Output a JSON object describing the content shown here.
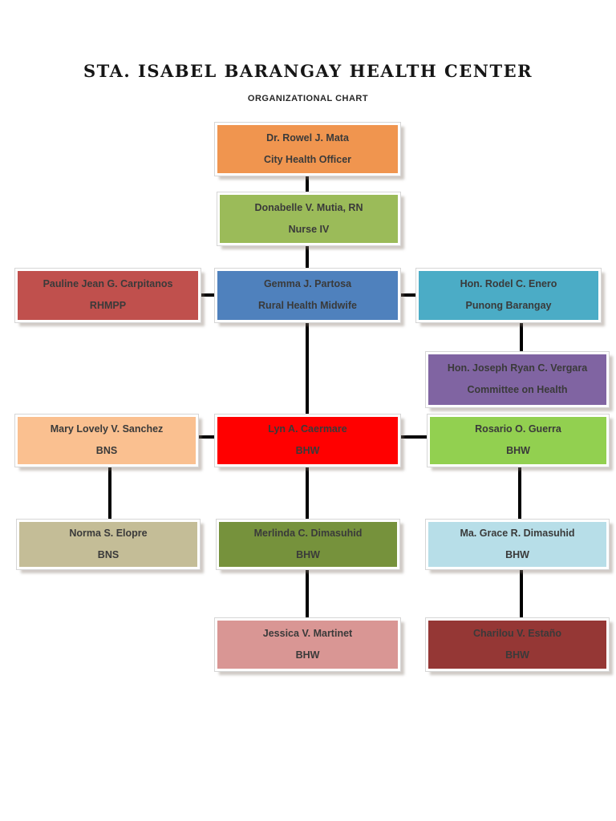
{
  "page": {
    "title": "STA. ISABEL BARANGAY HEALTH CENTER",
    "subtitle": "ORGANIZATIONAL CHART"
  },
  "nodes": {
    "city_health_officer": {
      "name": "Dr. Rowel J. Mata",
      "role": "City Health Officer",
      "color": "#F0954F"
    },
    "nurse_iv": {
      "name": "Donabelle V. Mutia, RN",
      "role": "Nurse IV",
      "color": "#9BBB59"
    },
    "rhmpp": {
      "name": "Pauline Jean G. Carpitanos",
      "role": "RHMPP",
      "color": "#C0504D"
    },
    "rural_health_midwife": {
      "name": "Gemma J. Partosa",
      "role": "Rural Health Midwife",
      "color": "#4F81BD"
    },
    "punong_barangay": {
      "name": "Hon. Rodel C. Enero",
      "role": "Punong Barangay",
      "color": "#4BACC6"
    },
    "committee_on_health": {
      "name": "Hon. Joseph Ryan C. Vergara",
      "role": "Committee on Health",
      "color": "#8064A2"
    },
    "bns_sanchez": {
      "name": "Mary Lovely V. Sanchez",
      "role": "BNS",
      "color": "#FAC090"
    },
    "bhw_caermare": {
      "name": "Lyn A. Caermare",
      "role": "BHW",
      "color": "#FF0000"
    },
    "bhw_guerra": {
      "name": "Rosario O. Guerra",
      "role": "BHW",
      "color": "#92D050"
    },
    "bns_elopre": {
      "name": "Norma S. Elopre",
      "role": "BNS",
      "color": "#C4BD97"
    },
    "bhw_merlinda_dimasuhid": {
      "name": "Merlinda C. Dimasuhid",
      "role": "BHW",
      "color": "#76923C"
    },
    "bhw_grace_dimasuhid": {
      "name": "Ma. Grace R. Dimasuhid",
      "role": "BHW",
      "color": "#B7DEE8"
    },
    "bhw_martinet": {
      "name": "Jessica V. Martinet",
      "role": "BHW",
      "color": "#D99694"
    },
    "bhw_estano": {
      "name": "Charilou V. Estaño",
      "role": "BHW",
      "color": "#953735"
    }
  },
  "edges": [
    {
      "from": "city_health_officer",
      "to": "nurse_iv"
    },
    {
      "from": "nurse_iv",
      "to": "rural_health_midwife"
    },
    {
      "from": "rural_health_midwife",
      "to": "rhmpp"
    },
    {
      "from": "rural_health_midwife",
      "to": "punong_barangay"
    },
    {
      "from": "rural_health_midwife",
      "to": "bhw_caermare"
    },
    {
      "from": "punong_barangay",
      "to": "committee_on_health"
    },
    {
      "from": "bhw_caermare",
      "to": "bns_sanchez"
    },
    {
      "from": "bhw_caermare",
      "to": "bhw_guerra"
    },
    {
      "from": "bns_sanchez",
      "to": "bns_elopre"
    },
    {
      "from": "bhw_caermare",
      "to": "bhw_merlinda_dimasuhid"
    },
    {
      "from": "bhw_guerra",
      "to": "bhw_grace_dimasuhid"
    },
    {
      "from": "bhw_merlinda_dimasuhid",
      "to": "bhw_martinet"
    },
    {
      "from": "bhw_grace_dimasuhid",
      "to": "bhw_estano"
    }
  ],
  "line_color": "#000000"
}
